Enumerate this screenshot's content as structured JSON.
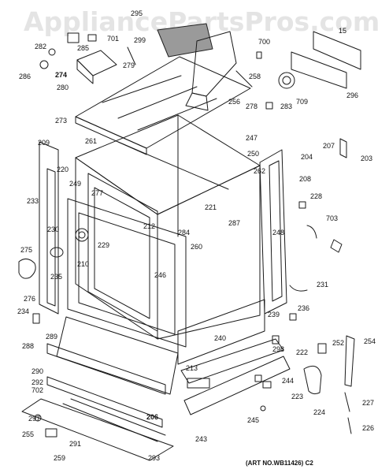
{
  "watermark": "AppliancePartsPros.com",
  "art_number": "(ART NO.WB11426) C2",
  "part_labels": {
    "p295": "295",
    "p701": "701",
    "p299": "299",
    "p285": "285",
    "p282": "282",
    "p279": "279",
    "p286": "286",
    "p274": "274",
    "p280": "280",
    "p700": "700",
    "p15": "15",
    "p258": "258",
    "p709": "709",
    "p296": "296",
    "p256": "256",
    "p278": "278",
    "p283": "283",
    "p273": "273",
    "p209": "209",
    "p261": "261",
    "p247": "247",
    "p250": "250",
    "p204": "204",
    "p207": "207",
    "p203": "203",
    "p220": "220",
    "p262": "262",
    "p208": "208",
    "p249": "249",
    "p277": "277",
    "p228": "228",
    "p233": "233",
    "p221": "221",
    "p287": "287",
    "p212": "212",
    "p284": "284",
    "p703": "703",
    "p230": "230",
    "p248": "248",
    "p229": "229",
    "p275": "275",
    "p210": "210",
    "p260": "260",
    "p246": "246",
    "p235": "235",
    "p231": "231",
    "p276": "276",
    "p236": "236",
    "p234": "234",
    "p239": "239",
    "p289": "289",
    "p298": "298",
    "p240": "240",
    "p222": "222",
    "p252": "252",
    "p254": "254",
    "p288": "288",
    "p213": "213",
    "p290": "290",
    "p292": "292",
    "p244": "244",
    "p702": "702",
    "p223": "223",
    "p224": "224",
    "p227": "227",
    "p297": "297",
    "p206": "206",
    "p245": "245",
    "p255": "255",
    "p291": "291",
    "p243": "243",
    "p226": "226",
    "p259": "259",
    "p293": "293"
  }
}
